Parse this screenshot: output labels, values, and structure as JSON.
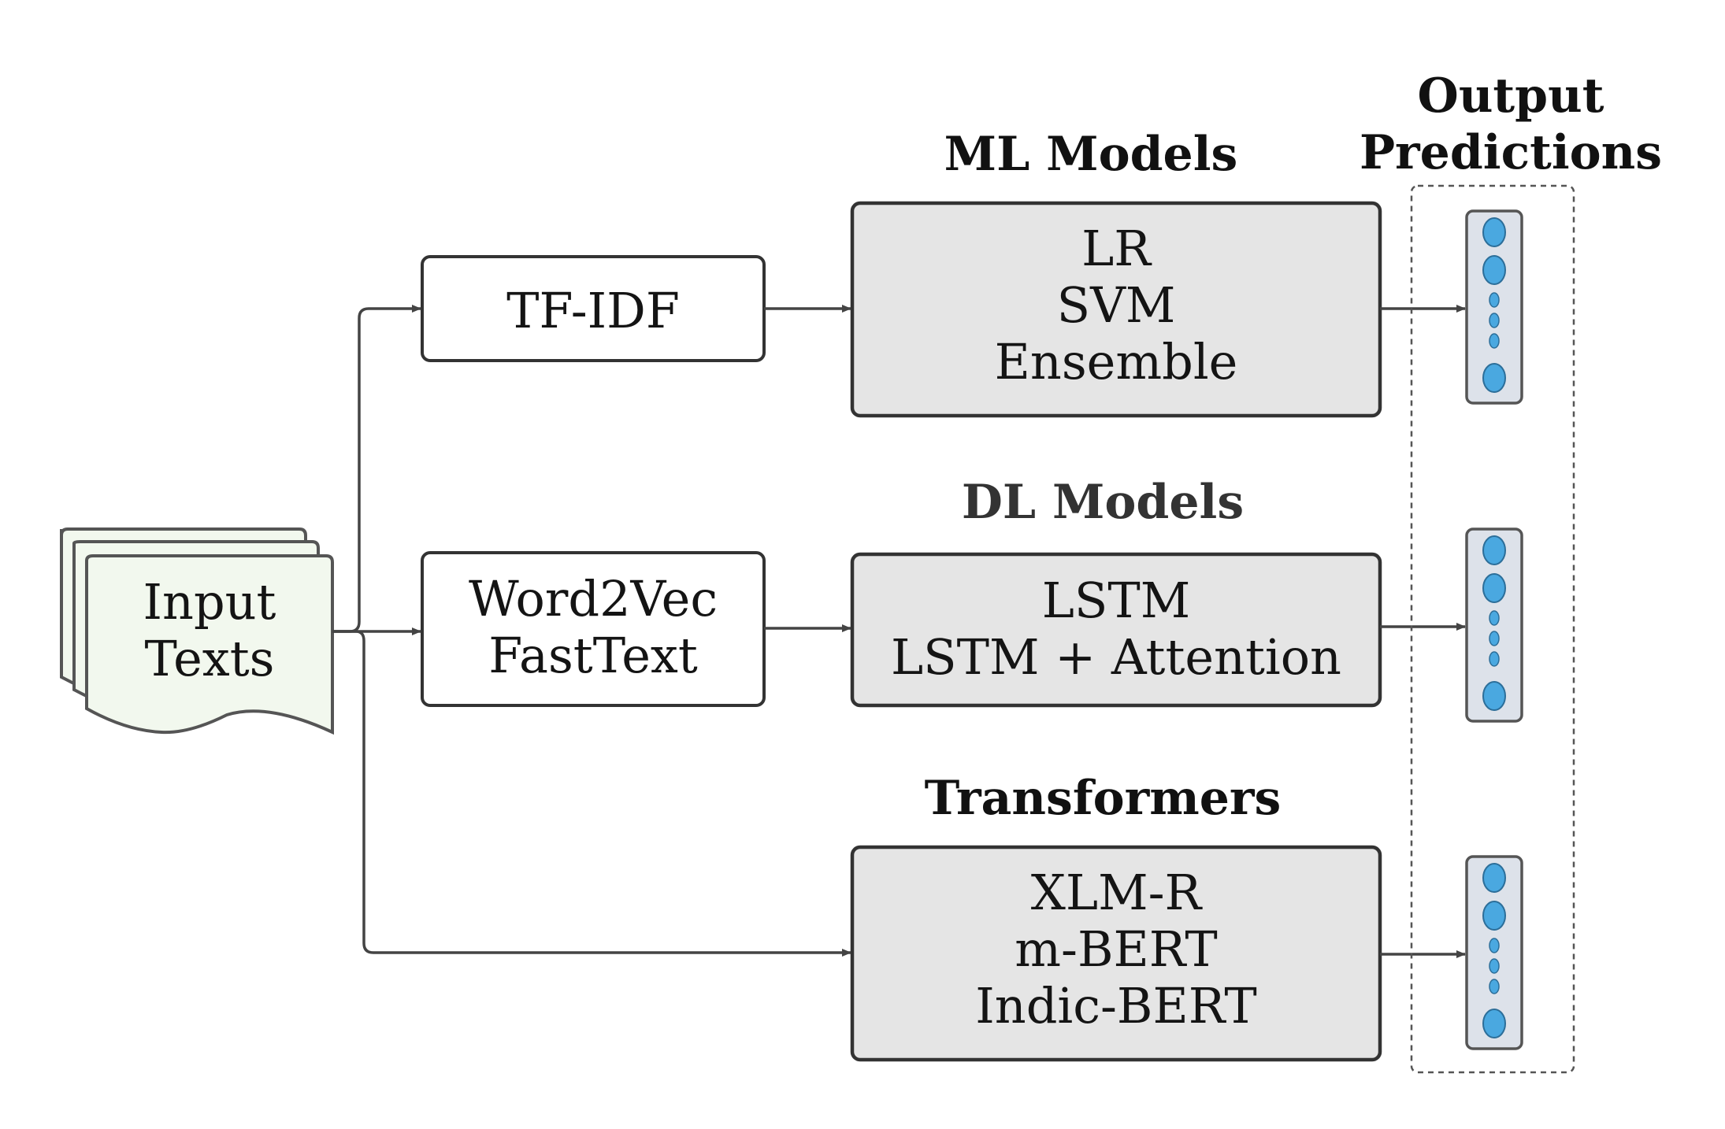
{
  "input": {
    "line1": "Input",
    "line2": "Texts"
  },
  "features": {
    "tfidf": "TF-IDF",
    "embeddings": {
      "line1": "Word2Vec",
      "line2": "FastText"
    }
  },
  "groups": {
    "ml": {
      "title": "ML Models",
      "models": [
        "LR",
        "SVM",
        "Ensemble"
      ]
    },
    "dl": {
      "title": "DL Models",
      "models": [
        "LSTM",
        "LSTM + Attention"
      ]
    },
    "transformers": {
      "title": "Transformers",
      "models": [
        "XLM-R",
        "m-BERT",
        "Indic-BERT"
      ]
    }
  },
  "output": {
    "title_line1": "Output",
    "title_line2": "Predictions"
  },
  "colors": {
    "stroke": "#444444",
    "input_fill": "#f2f8ee",
    "model_fill": "#e5e5e5",
    "node_fill": "#4aa8e0",
    "node_stroke": "#2c6e99",
    "vector_fill": "#dde2ea"
  }
}
